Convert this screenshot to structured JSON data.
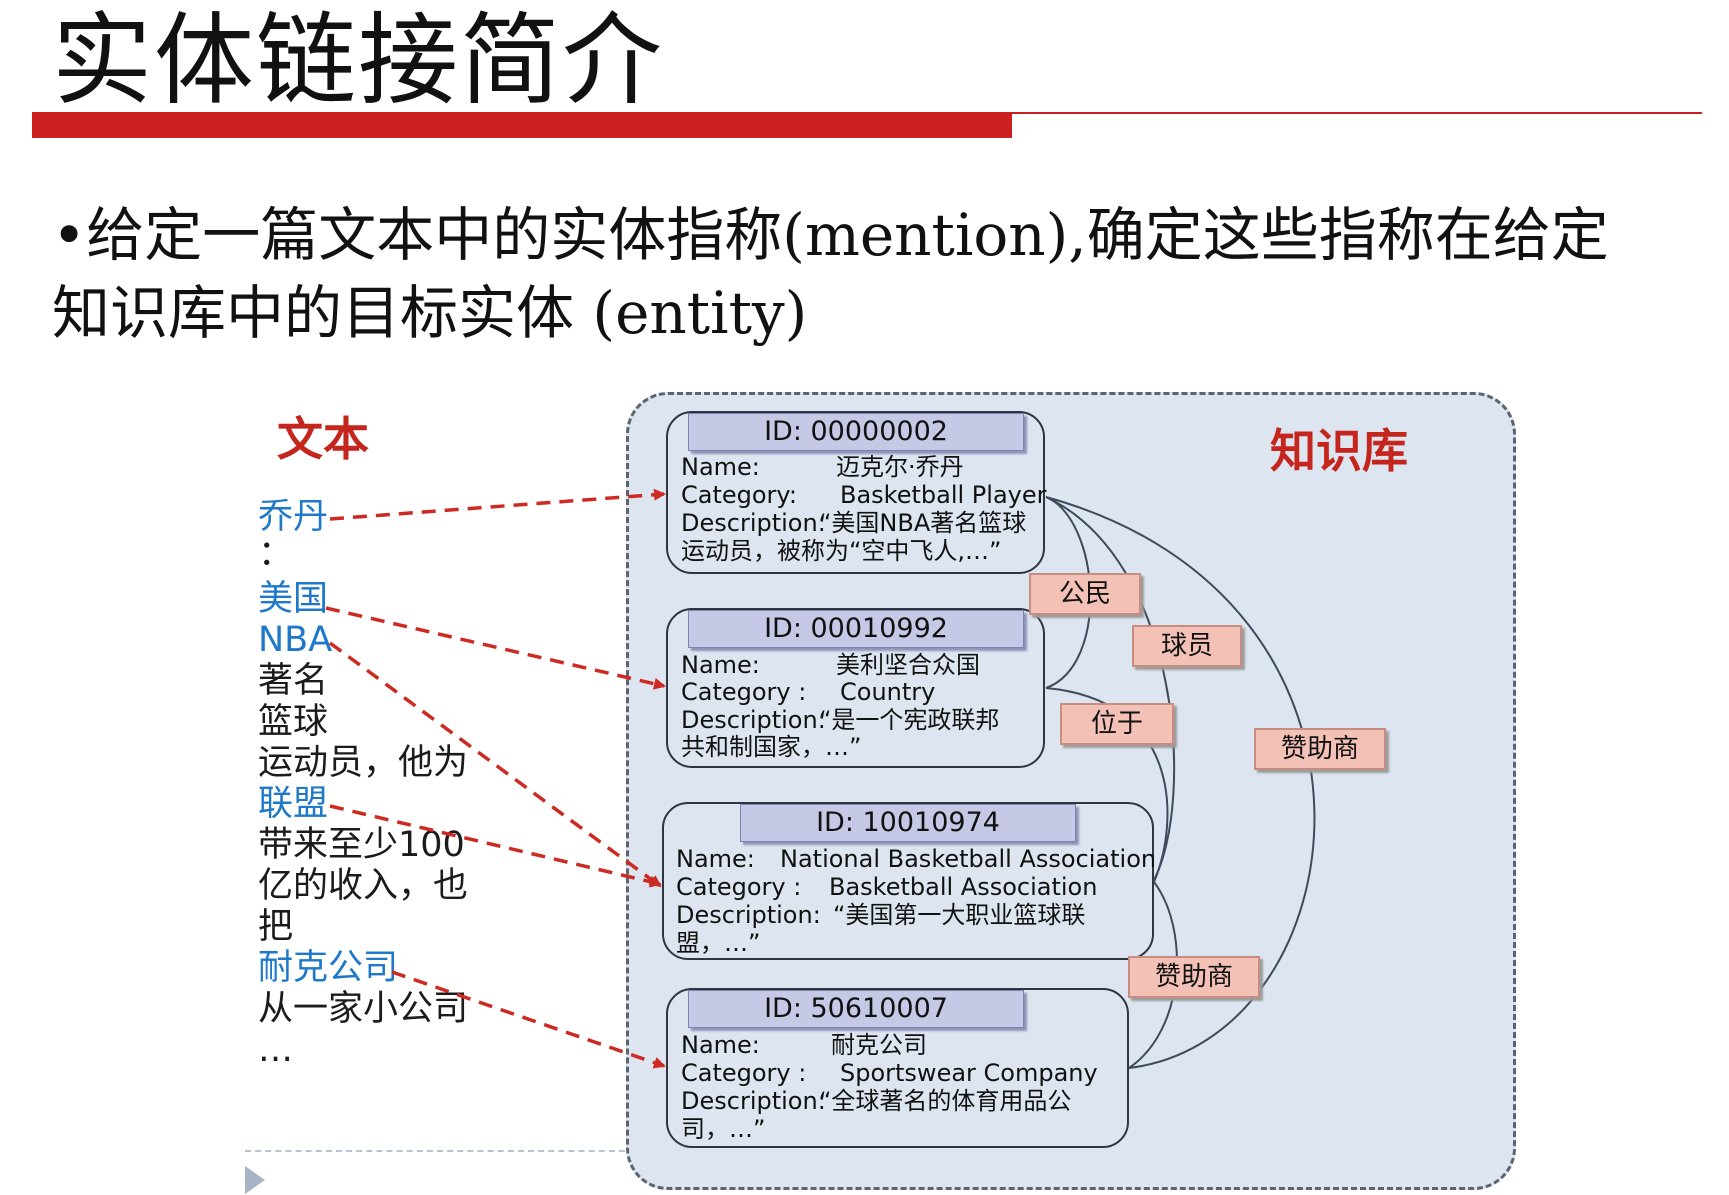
{
  "title": "实体链接简介",
  "bullet": {
    "line1": "•给定一篇文本中的实体指称(mention),确定这些指称在给定",
    "line2": "知识库中的目标实体 (entity)"
  },
  "text_panel": {
    "label": "文本",
    "lines": [
      {
        "text": "乔丹",
        "link": true
      },
      {
        "text": "：",
        "link": false
      },
      {
        "text": "美国",
        "link": true
      },
      {
        "text": "NBA",
        "link": true
      },
      {
        "text": "著名",
        "link": false
      },
      {
        "text": "篮球",
        "link": false
      },
      {
        "text": "运动员，他为",
        "link": false
      },
      {
        "text": "联盟",
        "link": true
      },
      {
        "text": "带来至少100",
        "link": false
      },
      {
        "text": "亿的收入，也",
        "link": false
      },
      {
        "text": "把",
        "link": false
      },
      {
        "text": "耐克公司",
        "link": true
      },
      {
        "text": "从一家小公司",
        "link": false
      },
      {
        "text": "…",
        "link": false
      }
    ]
  },
  "kb_panel": {
    "label": "知识库",
    "entities": [
      {
        "id": "ID: 00000002",
        "name_label": "Name:",
        "name": "迈克尔·乔丹",
        "category_label": "Category:",
        "category": "Basketball Player",
        "description_label": "Description:",
        "description_line1": "“美国NBA著名篮球",
        "description_line2": "运动员，被称为“空中飞人,…”"
      },
      {
        "id": "ID: 00010992",
        "name_label": "Name:",
        "name": "美利坚合众国",
        "category_label": "Category :",
        "category": "Country",
        "description_label": "Description:",
        "description_line1": "“是一个宪政联邦",
        "description_line2": "共和制国家，…”"
      },
      {
        "id": "ID: 10010974",
        "name_label": "Name:",
        "name": "National Basketball Association",
        "category_label": "Category :",
        "category": "Basketball Association",
        "description_label": "Description:",
        "description_line1": "“美国第一大职业篮球联",
        "description_line2": "盟，…”"
      },
      {
        "id": "ID: 50610007",
        "name_label": "Name:",
        "name": "耐克公司",
        "category_label": "Category :",
        "category": "Sportswear Company",
        "description_label": "Description:",
        "description_line1": "“全球著名的体育用品公",
        "description_line2": "司，…”"
      }
    ],
    "relations": [
      "公民",
      "球员",
      "位于",
      "赞助商",
      "赞助商"
    ]
  },
  "colors": {
    "accent_red": "#cc1f1f",
    "link_blue": "#1f79c8",
    "panel_bg": "#dde6f0",
    "relation_bg": "#f3c1b6",
    "id_bar_bg": "#c5c9e6"
  }
}
